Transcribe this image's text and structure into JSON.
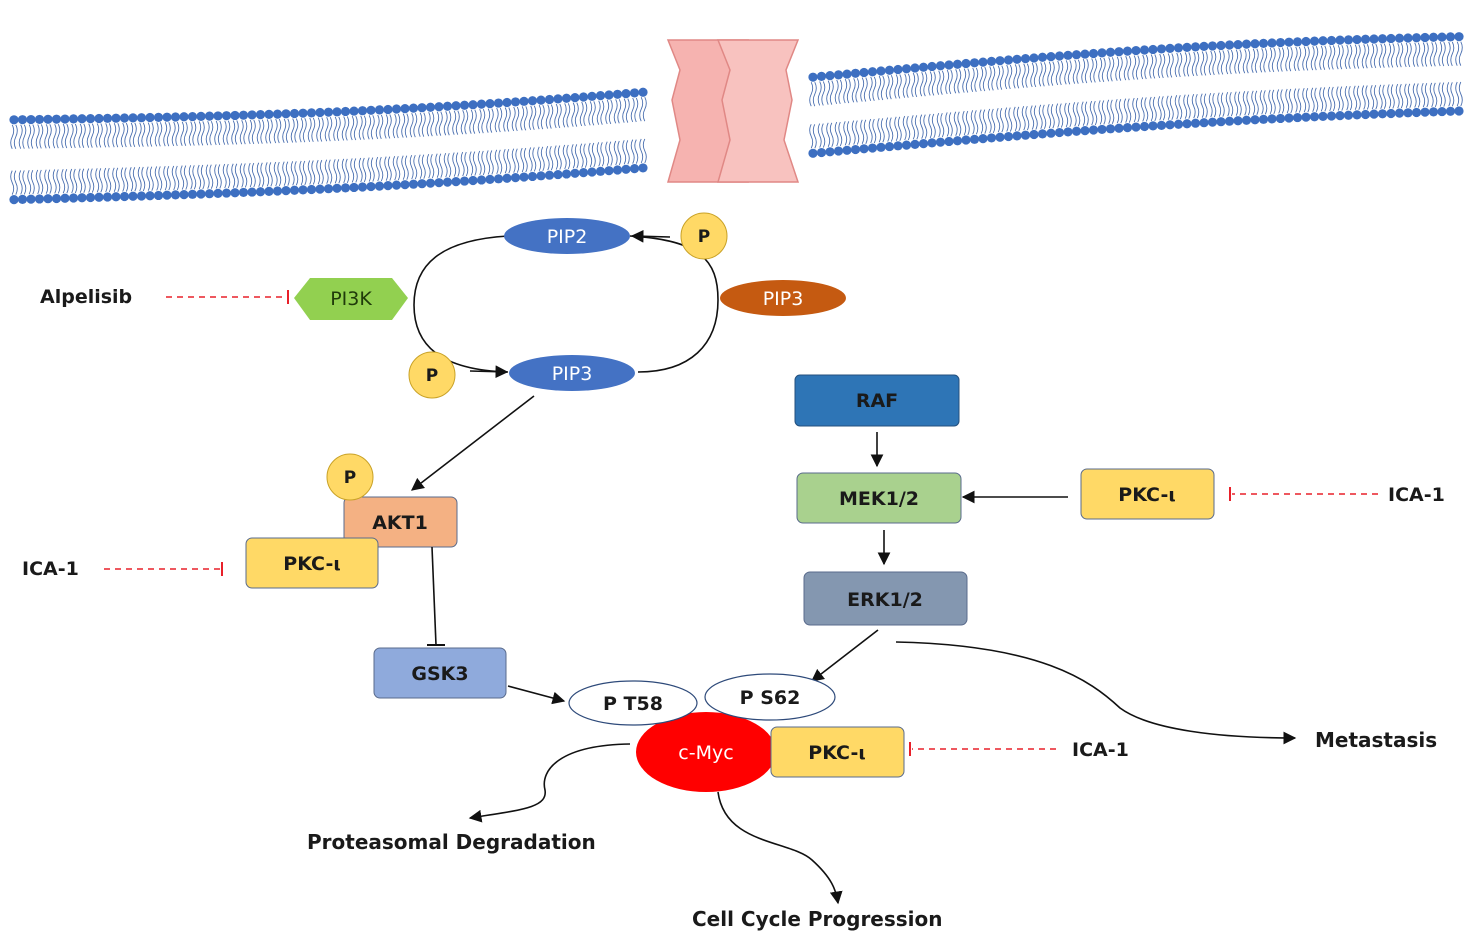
{
  "colors": {
    "membrane_head": "#3d6fc1",
    "channel": "#f6b3b0",
    "pip_blue": "#4472c4",
    "pip3_orange": "#c55a11",
    "pi3k_green": "#92d050",
    "phospho_yellow": "#ffd966",
    "akt1": "#f4b183",
    "pkc": "#ffd966",
    "gsk3": "#8faadc",
    "raf": "#2e75b6",
    "mek": "#a9d18e",
    "erk": "#8497b0",
    "cmyc": "#ff0000",
    "inhibition": "#e8202a"
  },
  "cycle": {
    "pip2": "PIP2",
    "pip3_bottom": "PIP3",
    "pip3_side": "PIP3",
    "pi3k": "PI3K",
    "p_top": "P",
    "p_bottom": "P"
  },
  "drugs": {
    "alpelisib": "Alpelisib",
    "ica_akt": "ICA-1",
    "ica_mek": "ICA-1",
    "ica_myc": "ICA-1"
  },
  "akt_branch": {
    "p": "P",
    "akt1": "AKT1",
    "pkc": "PKC-ι",
    "gsk3": "GSK3"
  },
  "mapk_branch": {
    "raf": "RAF",
    "mek": "MEK1/2",
    "pkc": "PKC-ι",
    "erk": "ERK1/2"
  },
  "myc": {
    "pt58": "P T58",
    "ps62": "P S62",
    "cmyc": "c-Myc",
    "pkc": "PKC-ι"
  },
  "outcomes": {
    "metastasis": "Metastasis",
    "degradation": "Proteasomal Degradation",
    "cell_cycle": "Cell Cycle Progression"
  }
}
